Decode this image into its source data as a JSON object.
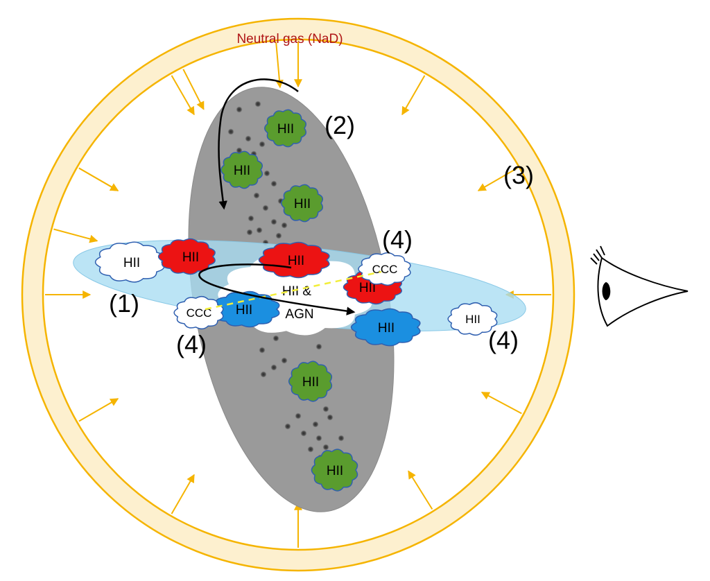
{
  "ring": {
    "label": "Neutral gas (NaD)",
    "label_color": "#b01515",
    "fill_color": "#fdf0cf",
    "stroke_color": "#f5b400",
    "arrow_color": "#f5b400"
  },
  "galaxy": {
    "disk_color": "#9a9a9a",
    "dot_color": "#3e3e3e",
    "plane_color": "#bfe6f5"
  },
  "markers": {
    "m1": "(1)",
    "m2": "(2)",
    "m3": "(3)",
    "m4a": "(4)",
    "m4b": "(4)",
    "m4c": "(4)"
  },
  "clouds": {
    "green_1": {
      "label": "HII",
      "color": "#5a9c2e"
    },
    "green_2": {
      "label": "HII",
      "color": "#5a9c2e"
    },
    "green_3": {
      "label": "HII",
      "color": "#5a9c2e"
    },
    "green_4": {
      "label": "HII",
      "color": "#5a9c2e"
    },
    "green_5": {
      "label": "HII",
      "color": "#5a9c2e"
    },
    "white_left": {
      "label": "HII",
      "color": "#ffffff"
    },
    "white_right": {
      "label": "HII",
      "color": "#ffffff"
    },
    "red_1": {
      "label": "HII",
      "color": "#ec1313"
    },
    "red_2": {
      "label": "HII",
      "color": "#ec1313"
    },
    "red_3": {
      "label": "HII",
      "color": "#ec1313"
    },
    "blue_1": {
      "label": "HII",
      "color": "#1b8fe0"
    },
    "blue_2": {
      "label": "HII",
      "color": "#1b8fe0"
    },
    "ccc_right": {
      "label": "CCC",
      "color": "#ffffff"
    },
    "ccc_left": {
      "label": "CCC",
      "color": "#ffffff"
    },
    "center": {
      "line1": "HII &",
      "line2": "AGN",
      "color": "#ffffff"
    }
  },
  "observer": {
    "icon": "eye-icon"
  }
}
